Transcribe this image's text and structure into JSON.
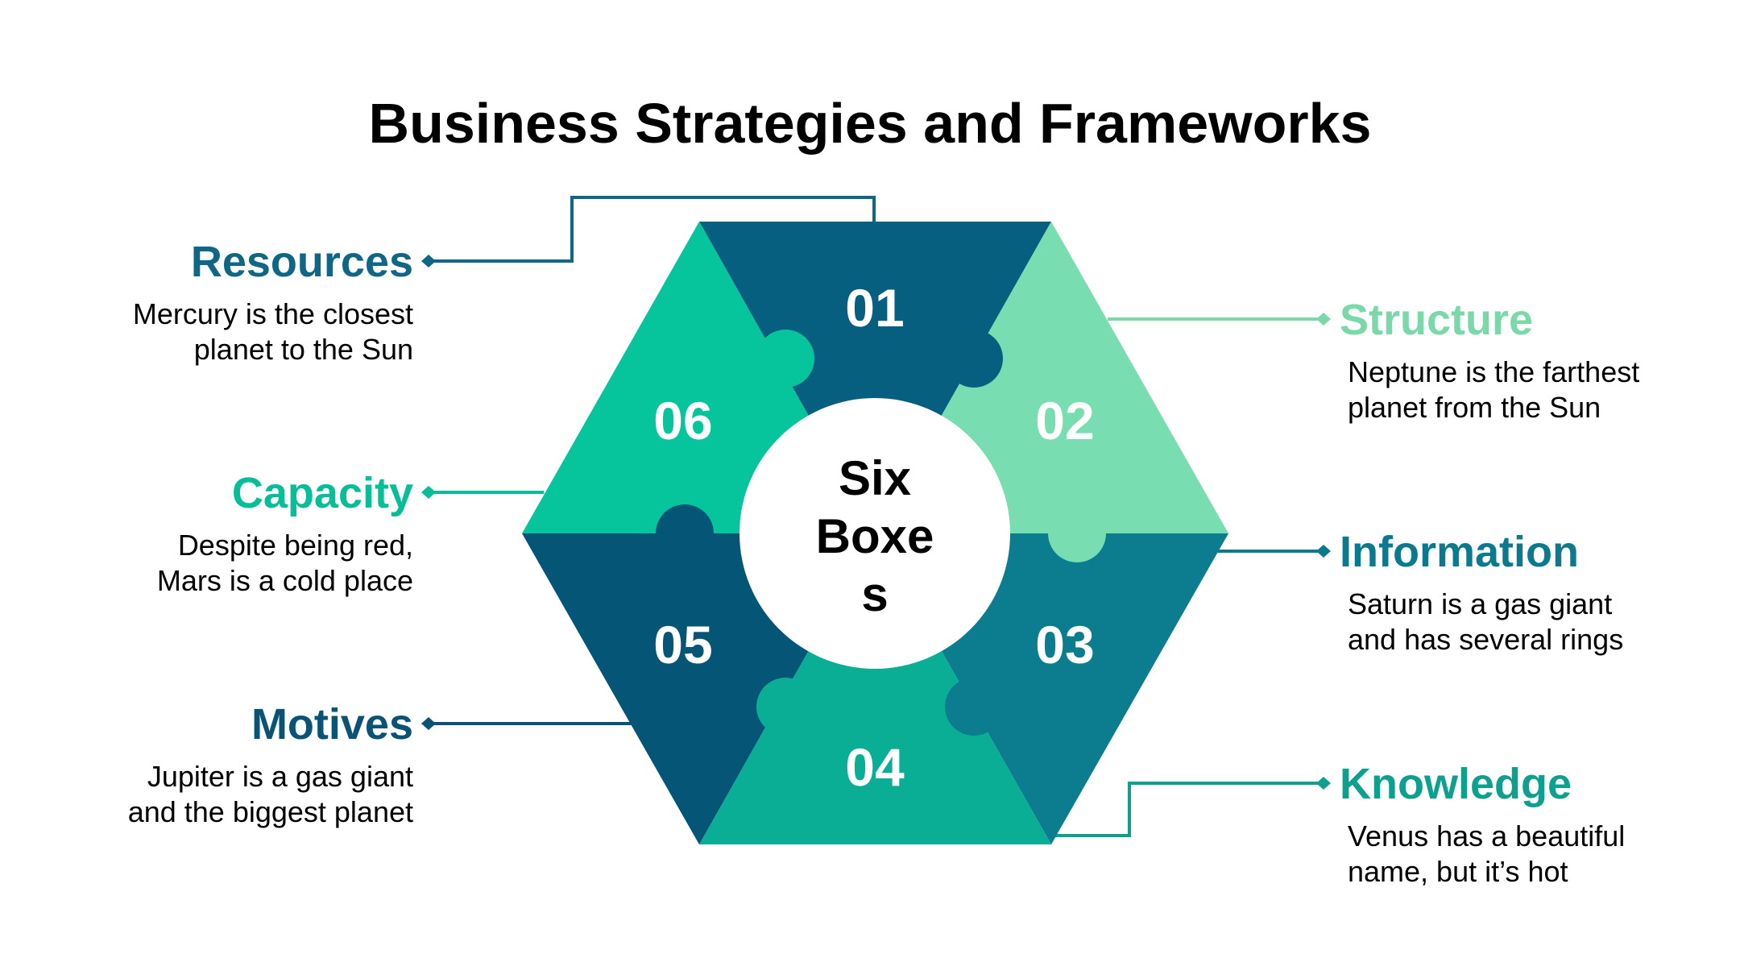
{
  "title": "Business Strategies and Frameworks",
  "center": {
    "lines": [
      "Six",
      "Boxe",
      "s"
    ]
  },
  "colors": {
    "dark_teal": "#065F7E",
    "navy_teal": "#045576",
    "teal": "#0B7D8E",
    "green": "#06C49C",
    "mint": "#78DDB0",
    "sea_green": "#0AAE95"
  },
  "segments": [
    {
      "number": "01",
      "color": "#065F7E"
    },
    {
      "number": "02",
      "color": "#78DDB0"
    },
    {
      "number": "03",
      "color": "#0B7D8E"
    },
    {
      "number": "04",
      "color": "#0AAE95"
    },
    {
      "number": "05",
      "color": "#045576"
    },
    {
      "number": "06",
      "color": "#06C49C"
    }
  ],
  "items": {
    "resources": {
      "title": "Resources",
      "color": "#0F6785",
      "desc": [
        "Mercury is the closest",
        "planet to the Sun"
      ]
    },
    "capacity": {
      "title": "Capacity",
      "color": "#07BE99",
      "desc": [
        "Despite being red,",
        "Mars is a cold place"
      ]
    },
    "motives": {
      "title": "Motives",
      "color": "#0A5374",
      "desc": [
        "Jupiter is a gas giant",
        "and the biggest planet"
      ]
    },
    "structure": {
      "title": "Structure",
      "color": "#7AD8A9",
      "desc": [
        "Neptune is the farthest",
        "planet from the Sun"
      ]
    },
    "information": {
      "title": "Information",
      "color": "#0B7A8E",
      "desc": [
        "Saturn is a gas giant",
        "and has several rings"
      ]
    },
    "knowledge": {
      "title": "Knowledge",
      "color": "#0DA08F",
      "desc": [
        "Venus has a beautiful",
        "name, but it’s hot"
      ]
    }
  }
}
